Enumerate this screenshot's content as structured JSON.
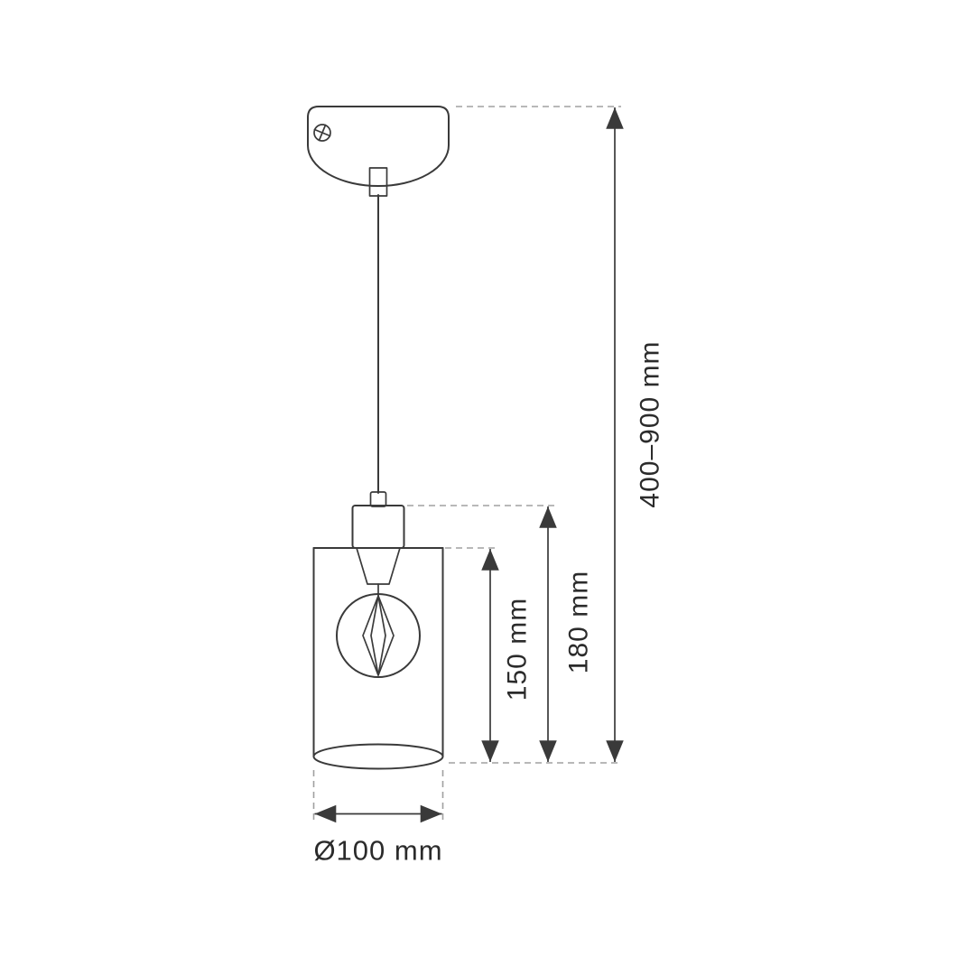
{
  "diagram": {
    "labels": {
      "overall_height": "400–900 mm",
      "fixture_height": "180 mm",
      "shade_height": "150 mm",
      "shade_diameter": "Ø100 mm"
    },
    "colors": {
      "line": "#3a3a3a",
      "dimension_dash": "#a0a0a0",
      "text": "#2b2b2b",
      "background": "#ffffff"
    }
  }
}
